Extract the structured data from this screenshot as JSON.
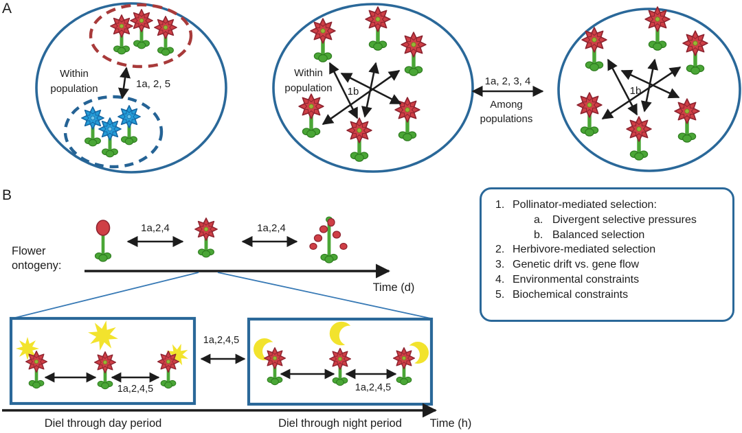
{
  "colors": {
    "outline_blue": "#2a6899",
    "dashed_red": "#a83a3a",
    "dashed_blue": "#256395",
    "flower_red": "#cf3f46",
    "flower_red_outline": "#8e2430",
    "flower_blue": "#249cd8",
    "flower_blue_outline": "#1464a0",
    "stem_green": "#4aa636",
    "leaf_green_outline": "#2f7d20",
    "sun_moon_yellow": "#f2e32d",
    "zoom_line_blue": "#3779b5",
    "text": "#1c1c1c"
  },
  "panel_a": {
    "label": "A",
    "population1": {
      "caption_line1": "Within",
      "caption_line2": "population",
      "arrow_label": "1a, 2, 5"
    },
    "population2": {
      "caption_line1": "Within",
      "caption_line2": "population",
      "arrow_label": "1b"
    },
    "among_populations": {
      "arrow_label": "1a, 2, 3, 4",
      "caption_line1": "Among",
      "caption_line2": "populations"
    },
    "population3": {
      "arrow_label": "1b"
    }
  },
  "panel_b": {
    "label": "B",
    "ontogeny_caption_line1": "Flower",
    "ontogeny_caption_line2": "ontogeny:",
    "bud_to_flower_label": "1a,2,4",
    "flower_to_senescence_label": "1a,2,4",
    "time_axis_days": "Time (d)",
    "day_box": {
      "arrow_label": "1a,2,4,5",
      "caption": "Diel through day period"
    },
    "day_night_arrow_label": "1a,2,4,5",
    "night_box": {
      "arrow_label": "1a,2,4,5",
      "caption": "Diel through night period"
    },
    "time_axis_hours": "Time (h)"
  },
  "legend": {
    "items": [
      {
        "num": "1.",
        "text": "Pollinator-mediated selection:"
      },
      {
        "num": "a.",
        "text": "Divergent selective pressures"
      },
      {
        "num": "b.",
        "text": "Balanced selection"
      },
      {
        "num": "2.",
        "text": "Herbivore-mediated selection"
      },
      {
        "num": "3.",
        "text": "Genetic drift vs. gene flow"
      },
      {
        "num": "4.",
        "text": "Environmental constraints"
      },
      {
        "num": "5.",
        "text": "Biochemical constraints"
      }
    ]
  }
}
